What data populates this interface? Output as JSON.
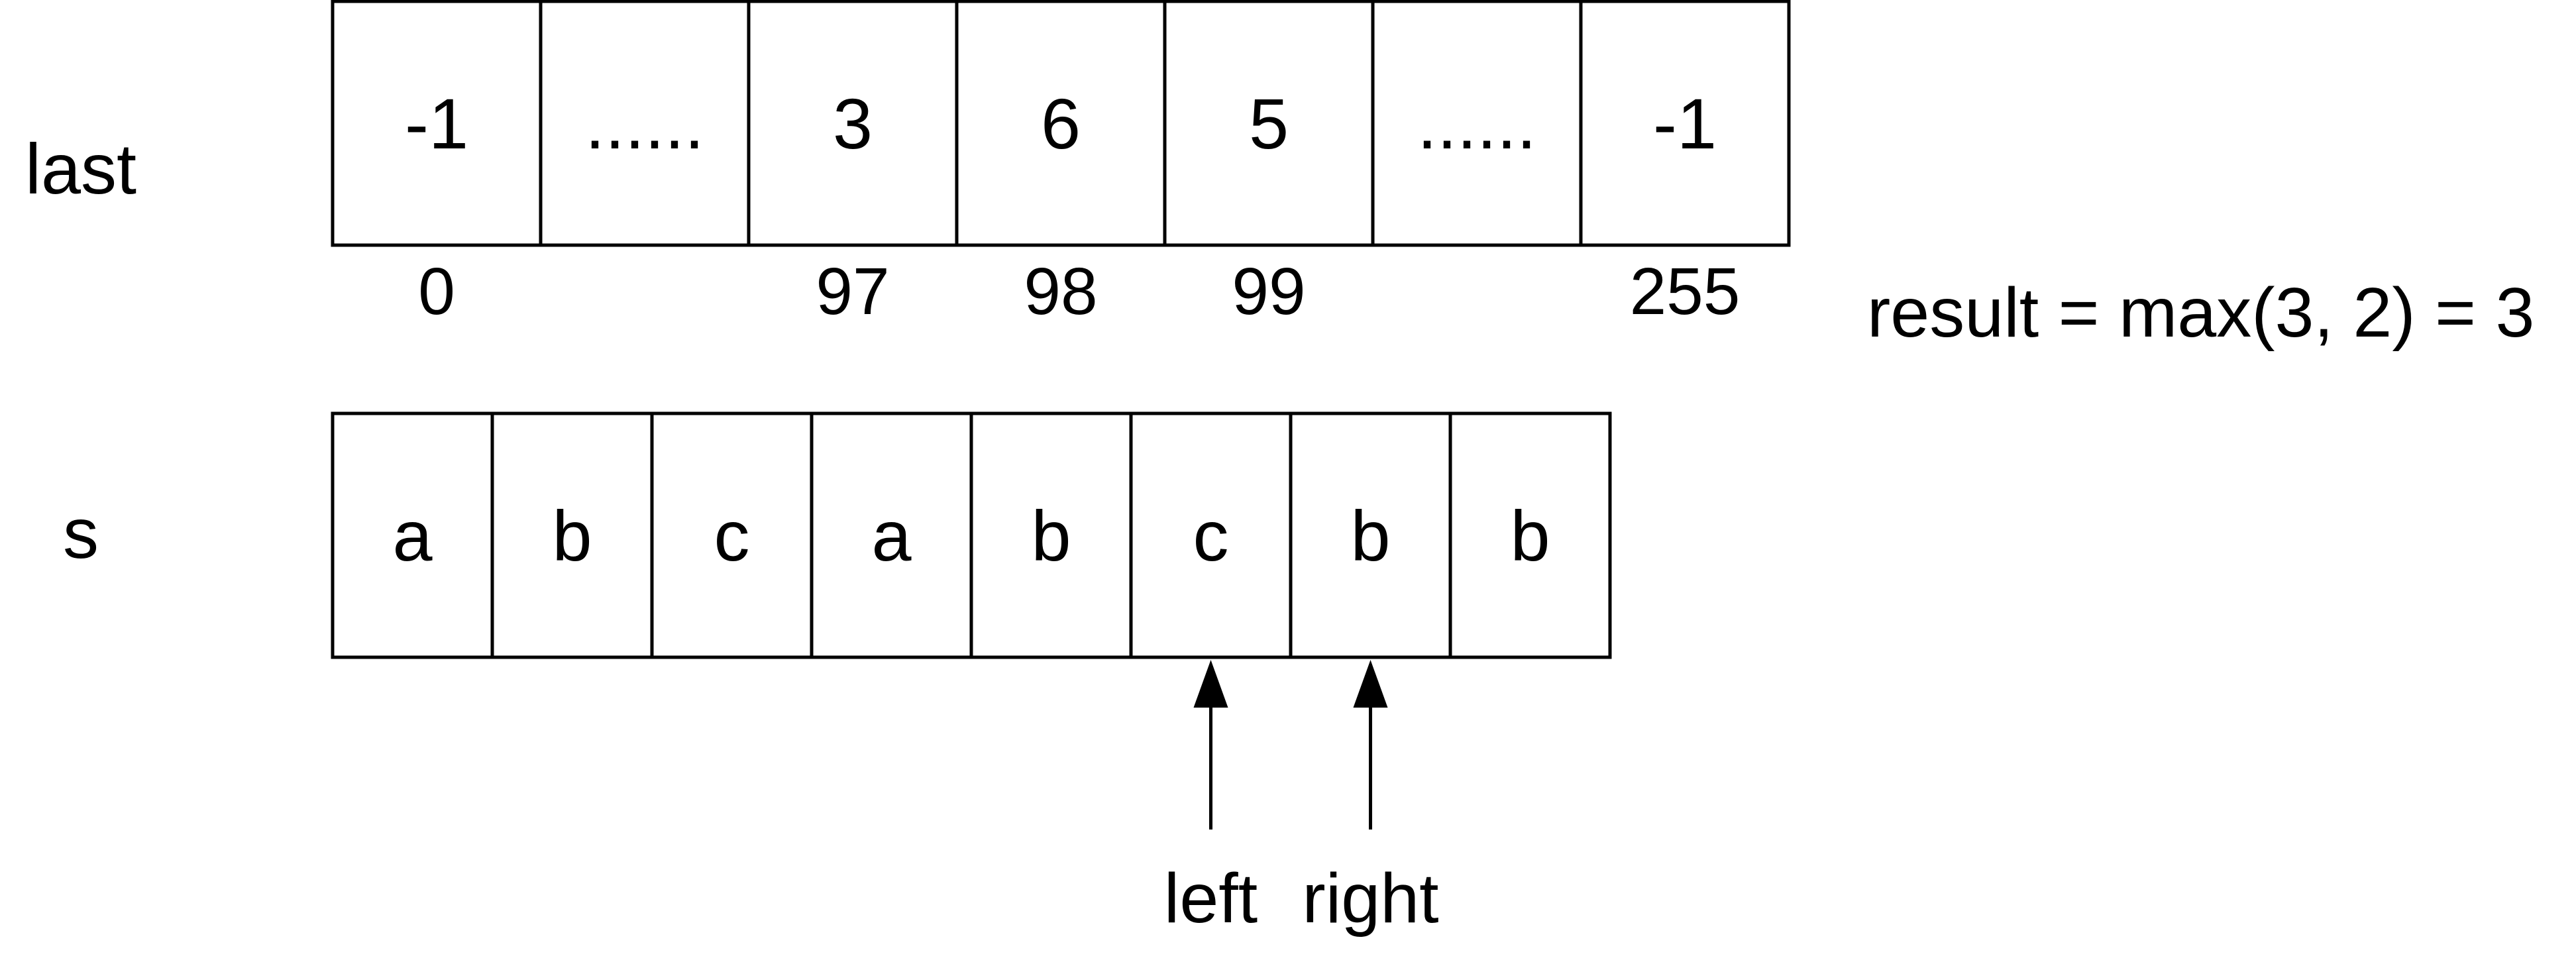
{
  "last_array": {
    "label": "last",
    "cells": [
      {
        "value": "-1",
        "index": "0"
      },
      {
        "value": "......",
        "index": ""
      },
      {
        "value": "3",
        "index": "97"
      },
      {
        "value": "6",
        "index": "98"
      },
      {
        "value": "5",
        "index": "99"
      },
      {
        "value": "......",
        "index": ""
      },
      {
        "value": "-1",
        "index": "255"
      }
    ]
  },
  "s_array": {
    "label": "s",
    "cells": [
      "a",
      "b",
      "c",
      "a",
      "b",
      "c",
      "b",
      "b"
    ]
  },
  "result_text": "result = max(3, 2) = 3",
  "pointers": [
    {
      "label": "left",
      "target_index": 5
    },
    {
      "label": "right",
      "target_index": 6
    }
  ],
  "colors": {
    "stroke": "#000000",
    "background": "#ffffff"
  }
}
